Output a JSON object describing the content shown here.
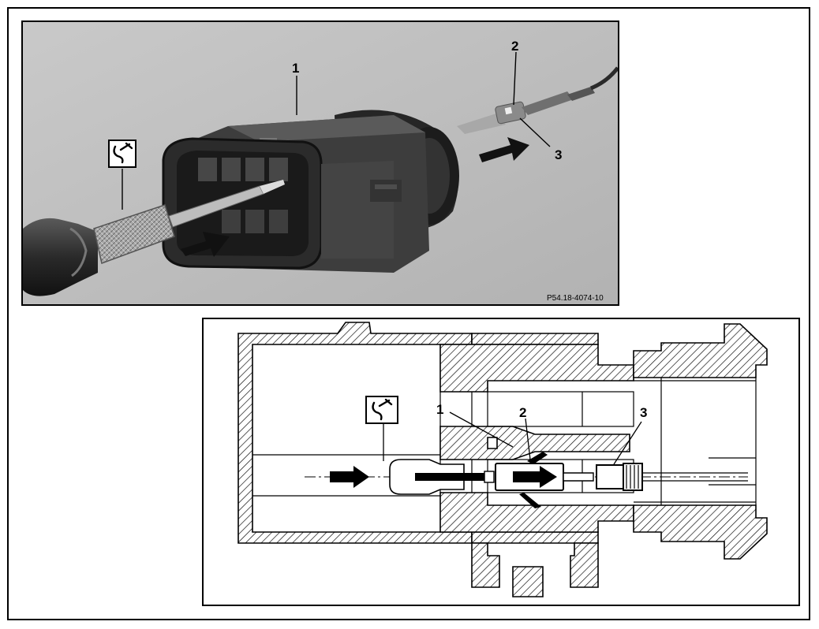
{
  "figure": {
    "photo_panel": {
      "callouts": {
        "c1": "1",
        "c2": "2",
        "c3": "3"
      },
      "photo_id": "P54.18-4074-10",
      "tool_symbol": "special-tool-icon"
    },
    "section_panel": {
      "callouts": {
        "c1": "1",
        "c2": "2",
        "c3": "3"
      },
      "tool_symbol": "special-tool-icon"
    }
  },
  "colors": {
    "photo_bg": "#bdbdbd",
    "connector_dark": "#3a3a3a",
    "hatch": "#000000"
  }
}
